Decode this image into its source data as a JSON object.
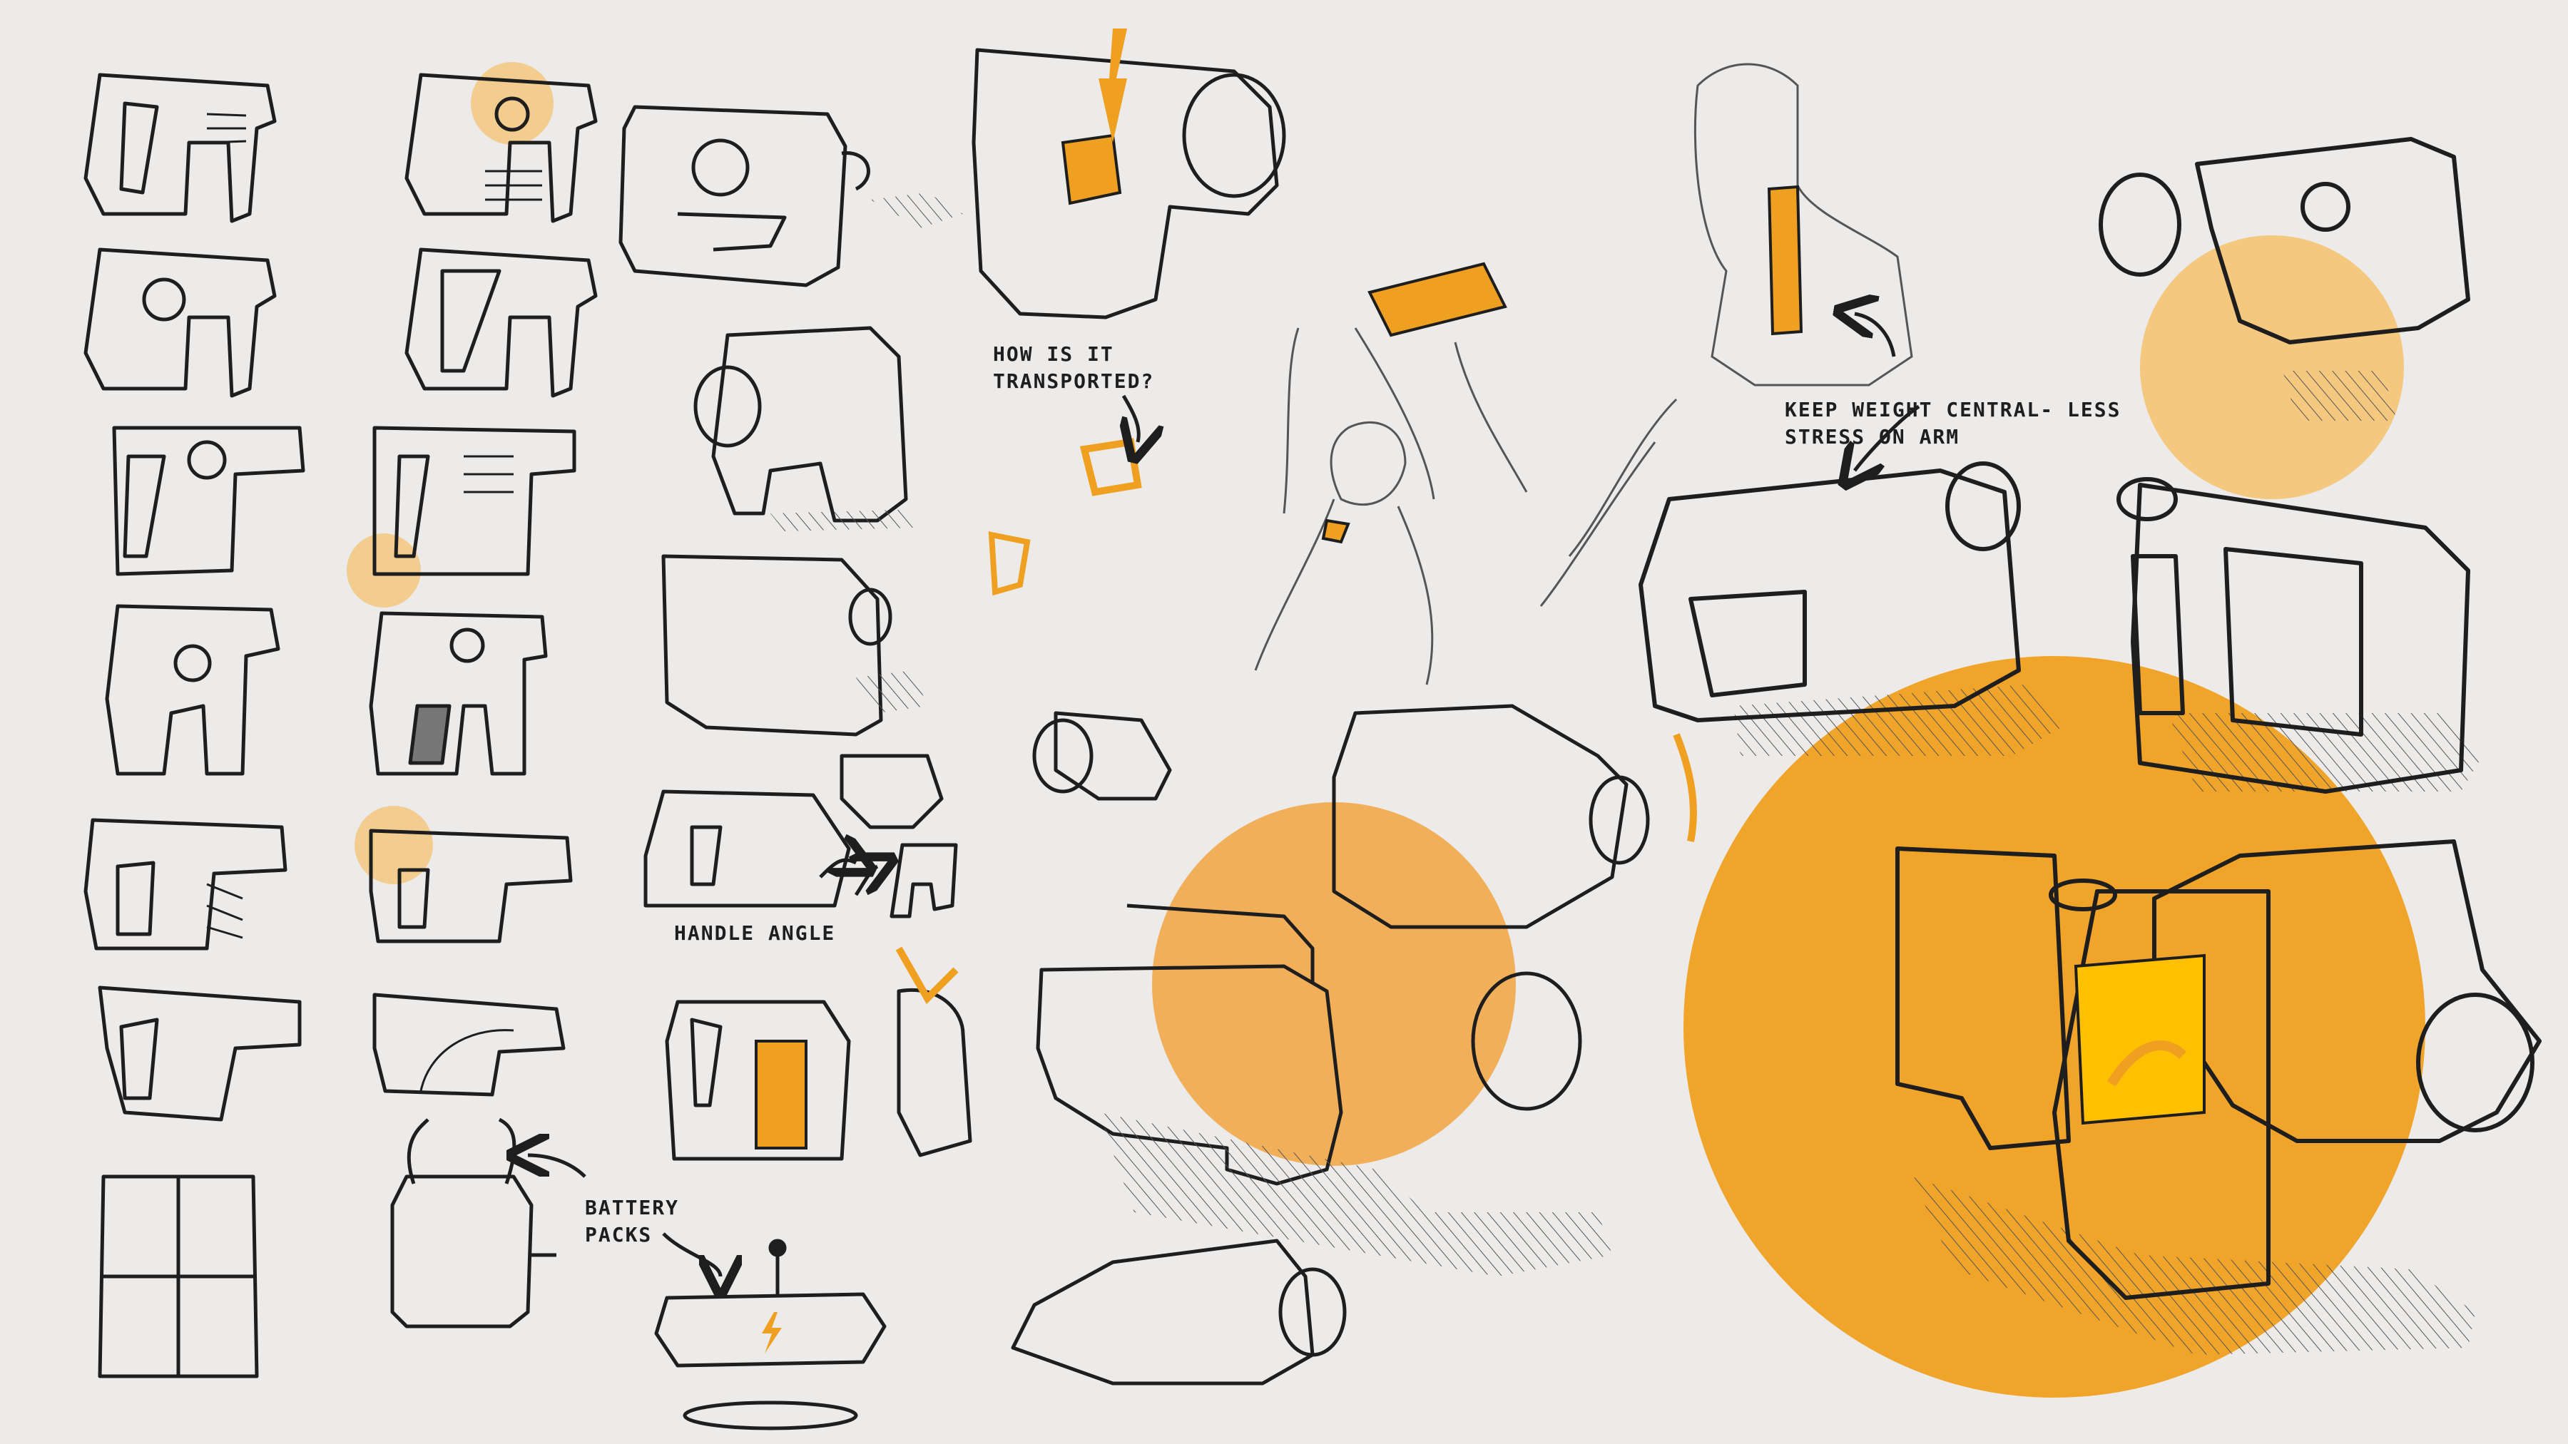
{
  "annotations": {
    "transport": {
      "line1": "HOW IS IT",
      "line2": "TRANSPORTED?"
    },
    "weight": {
      "line1": "KEEP WEIGHT CENTRAL- LESS",
      "line2": "STRESS ON ARM"
    },
    "handle_angle": "HANDLE ANGLE",
    "battery": {
      "line1": "BATTERY",
      "line2": "PACKS"
    }
  },
  "colors": {
    "background": "#ecebea",
    "ink": "#1e1e1e",
    "accent_orange": "#f0a020",
    "accent_light_orange": "#f5c880",
    "battery_yellow": "#ffc000",
    "shadow_hatch": "#555555"
  },
  "icons": [
    "lightning-icon",
    "arrow-icon"
  ]
}
